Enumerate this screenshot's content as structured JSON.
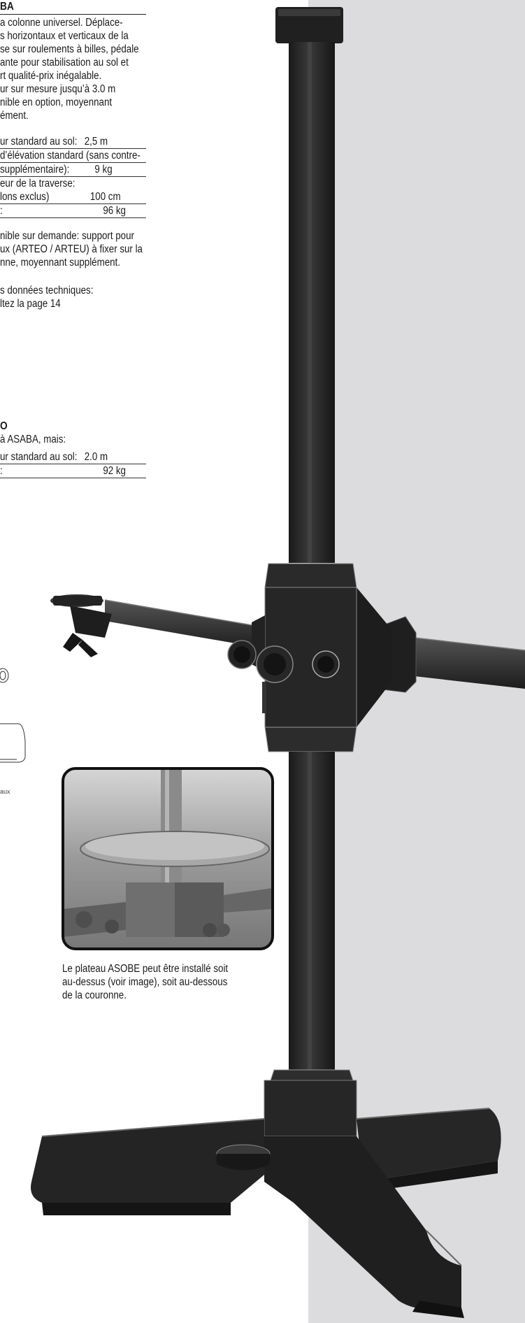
{
  "asaba": {
    "title": "BA",
    "desc_lines": [
      "a colonne universel. Déplace-",
      "s horizontaux et verticaux de la",
      "se sur roulements à billes, pédale",
      "ante pour stabilisation au sol et",
      "rt qualité-prix inégalable.",
      "ur sur mesure jusqu’à 3.0 m",
      "nible en option, moyennant",
      "ément."
    ],
    "spec_rows": [
      {
        "label": "ur standard au sol:",
        "value": "2,5  m"
      },
      {
        "label": "d’élévation standard (sans contre-",
        "value": ""
      },
      {
        "label": " supplémentaire):",
        "value": "9  kg"
      },
      {
        "label": "eur de la traverse:",
        "value": ""
      },
      {
        "label": "lons exclus)",
        "value": "100  cm"
      },
      {
        "label": ":",
        "value": "96  kg"
      }
    ],
    "option_lines": [
      "nible sur demande: support pour",
      "ux (ARTEO / ARTEU) à fixer sur la",
      "nne, moyennant supplément."
    ],
    "tech_lines": [
      "s données techniques:",
      "ltez la page 14"
    ]
  },
  "asabo": {
    "title": "O",
    "intro": "à ASABA, mais:",
    "spec_rows": [
      {
        "label": "ur standard au sol:",
        "value": "2.0  m"
      },
      {
        "label": ":",
        "value": "92  kg"
      }
    ]
  },
  "side_label": "aux",
  "caption_lines": [
    "Le plateau ASOBE peut être installé soit",
    "au-dessus (voir image), soit au-dessous",
    "de la couronne."
  ]
}
